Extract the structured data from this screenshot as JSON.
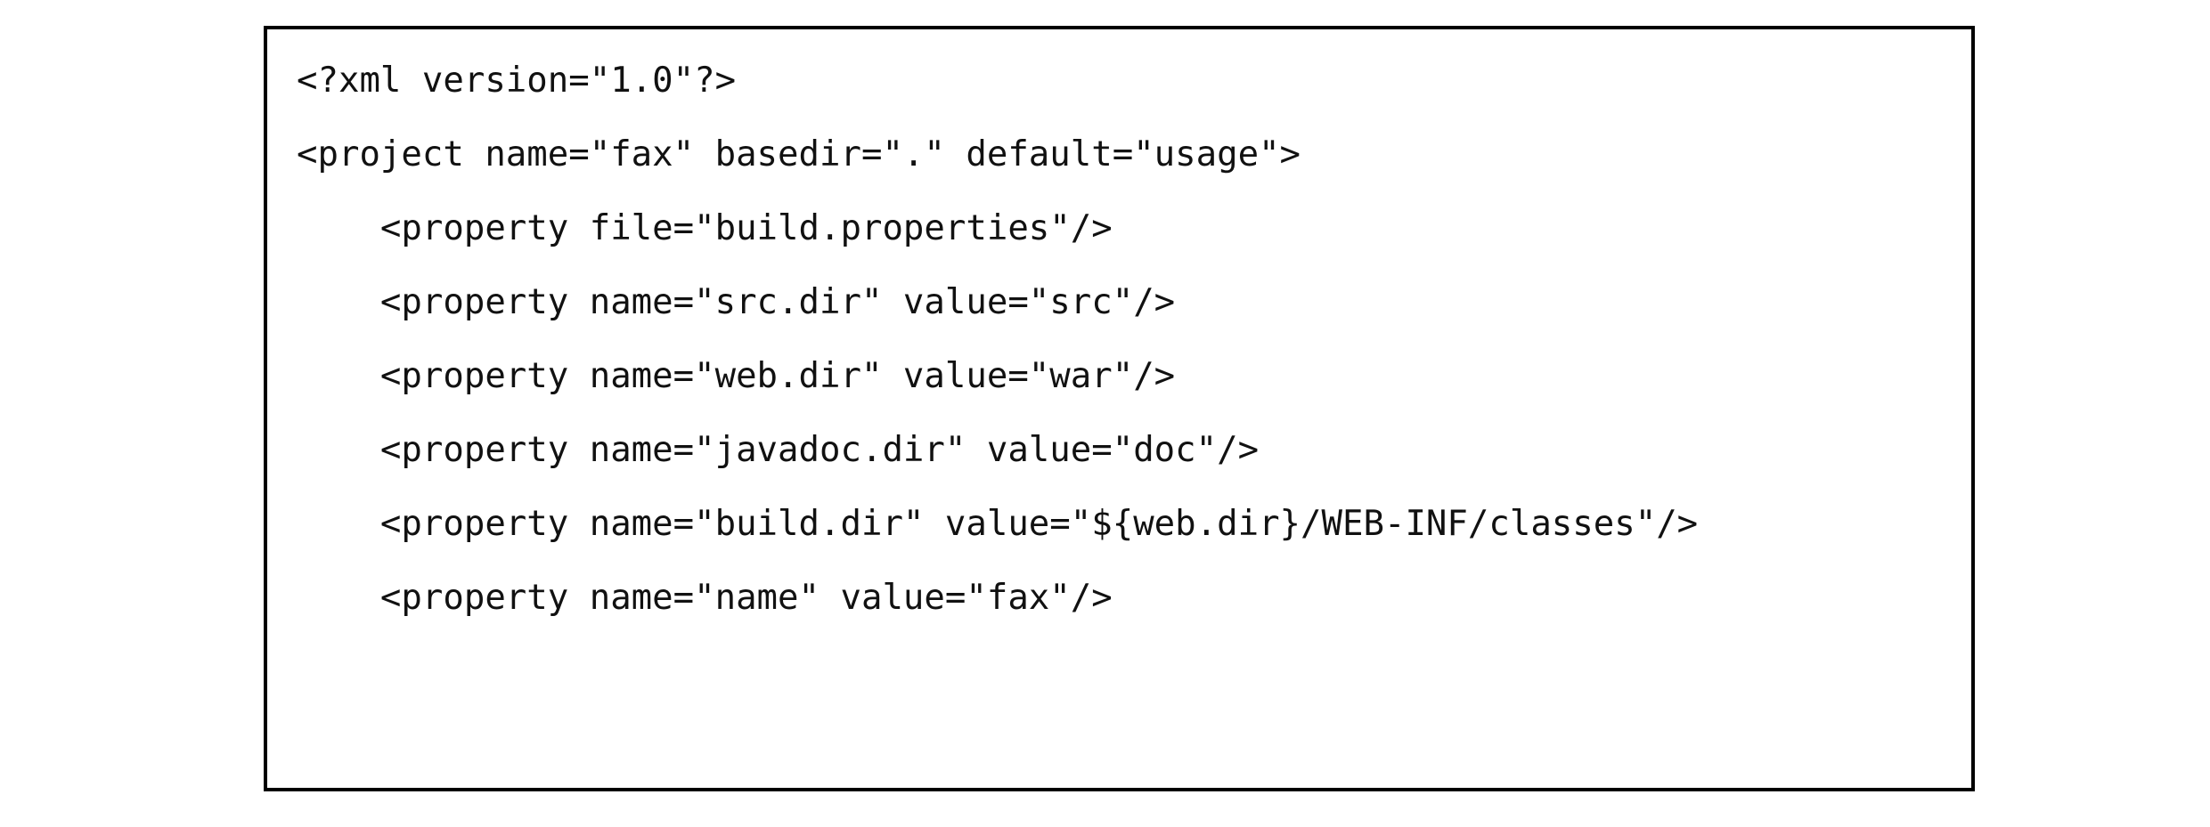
{
  "code": {
    "lines": [
      "<?xml version=\"1.0\"?>",
      "<project name=\"fax\" basedir=\".\" default=\"usage\">",
      "    <property file=\"build.properties\"/>",
      "    <property name=\"src.dir\" value=\"src\"/>",
      "    <property name=\"web.dir\" value=\"war\"/>",
      "    <property name=\"javadoc.dir\" value=\"doc\"/>",
      "    <property name=\"build.dir\" value=\"${web.dir}/WEB-INF/classes\"/>",
      "    <property name=\"name\" value=\"fax\"/>"
    ]
  },
  "colors": {
    "border": "#000000",
    "text": "#111111",
    "background": "#ffffff"
  }
}
